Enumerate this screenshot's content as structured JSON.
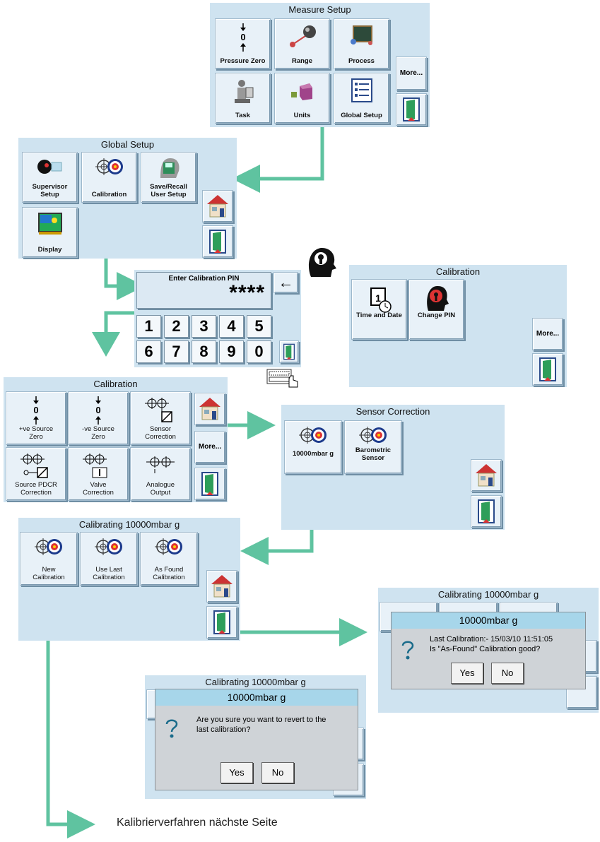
{
  "measure_setup": {
    "title": "Measure Setup",
    "tiles": [
      "Pressure Zero",
      "Range",
      "Process",
      "Task",
      "Units",
      "Global Setup"
    ],
    "more": "More...",
    "zero_glyph": "0"
  },
  "global_setup": {
    "title": "Global Setup",
    "tiles": [
      "Supervisor\nSetup",
      "Calibration",
      "Save/Recall\nUser Setup",
      "Display"
    ]
  },
  "pin_entry": {
    "title": "Enter Calibration PIN",
    "value": "****",
    "keys": [
      "1",
      "2",
      "3",
      "4",
      "5",
      "6",
      "7",
      "8",
      "9",
      "0"
    ],
    "back": "←"
  },
  "calibration_pin": {
    "title": "Calibration",
    "tiles": [
      "Time and Date",
      "Change PIN"
    ],
    "calendar_digit": "1",
    "more": "More..."
  },
  "calibration": {
    "title": "Calibration",
    "tiles": [
      "+ve Source\nZero",
      "-ve Source\nZero",
      "Sensor\nCorrection",
      "Source PDCR\nCorrection",
      "Valve\nCorrection",
      "Analogue\nOutput"
    ],
    "more": "More...",
    "zero_glyph": "0"
  },
  "sensor_correction": {
    "title": "Sensor Correction",
    "tiles": [
      "10000mbar g",
      "Barometric\nSensor"
    ]
  },
  "calibrating": {
    "title": "Calibrating 10000mbar g",
    "tiles": [
      "New\nCalibration",
      "Use Last\nCalibration",
      "As Found\nCalibration"
    ]
  },
  "dialog_as_found": {
    "panel_title": "Calibrating 10000mbar g",
    "header": "10000mbar g",
    "line1": "Last Calibration:- 15/03/10 11:51:05",
    "line2": "Is \"As-Found\" Calibration good?",
    "yes": "Yes",
    "no": "No"
  },
  "dialog_revert": {
    "panel_title": "Calibrating 10000mbar g",
    "header": "10000mbar g",
    "line1": "Are you sure you want to revert to the",
    "line2": "last calibration?",
    "yes": "Yes",
    "no": "No"
  },
  "footer_note": "Kalibrierverfahren nächste Seite",
  "colors": {
    "panel": "#cfe3f0",
    "arrow": "#5fc3a0",
    "dialog_head": "#a7d6ea"
  }
}
